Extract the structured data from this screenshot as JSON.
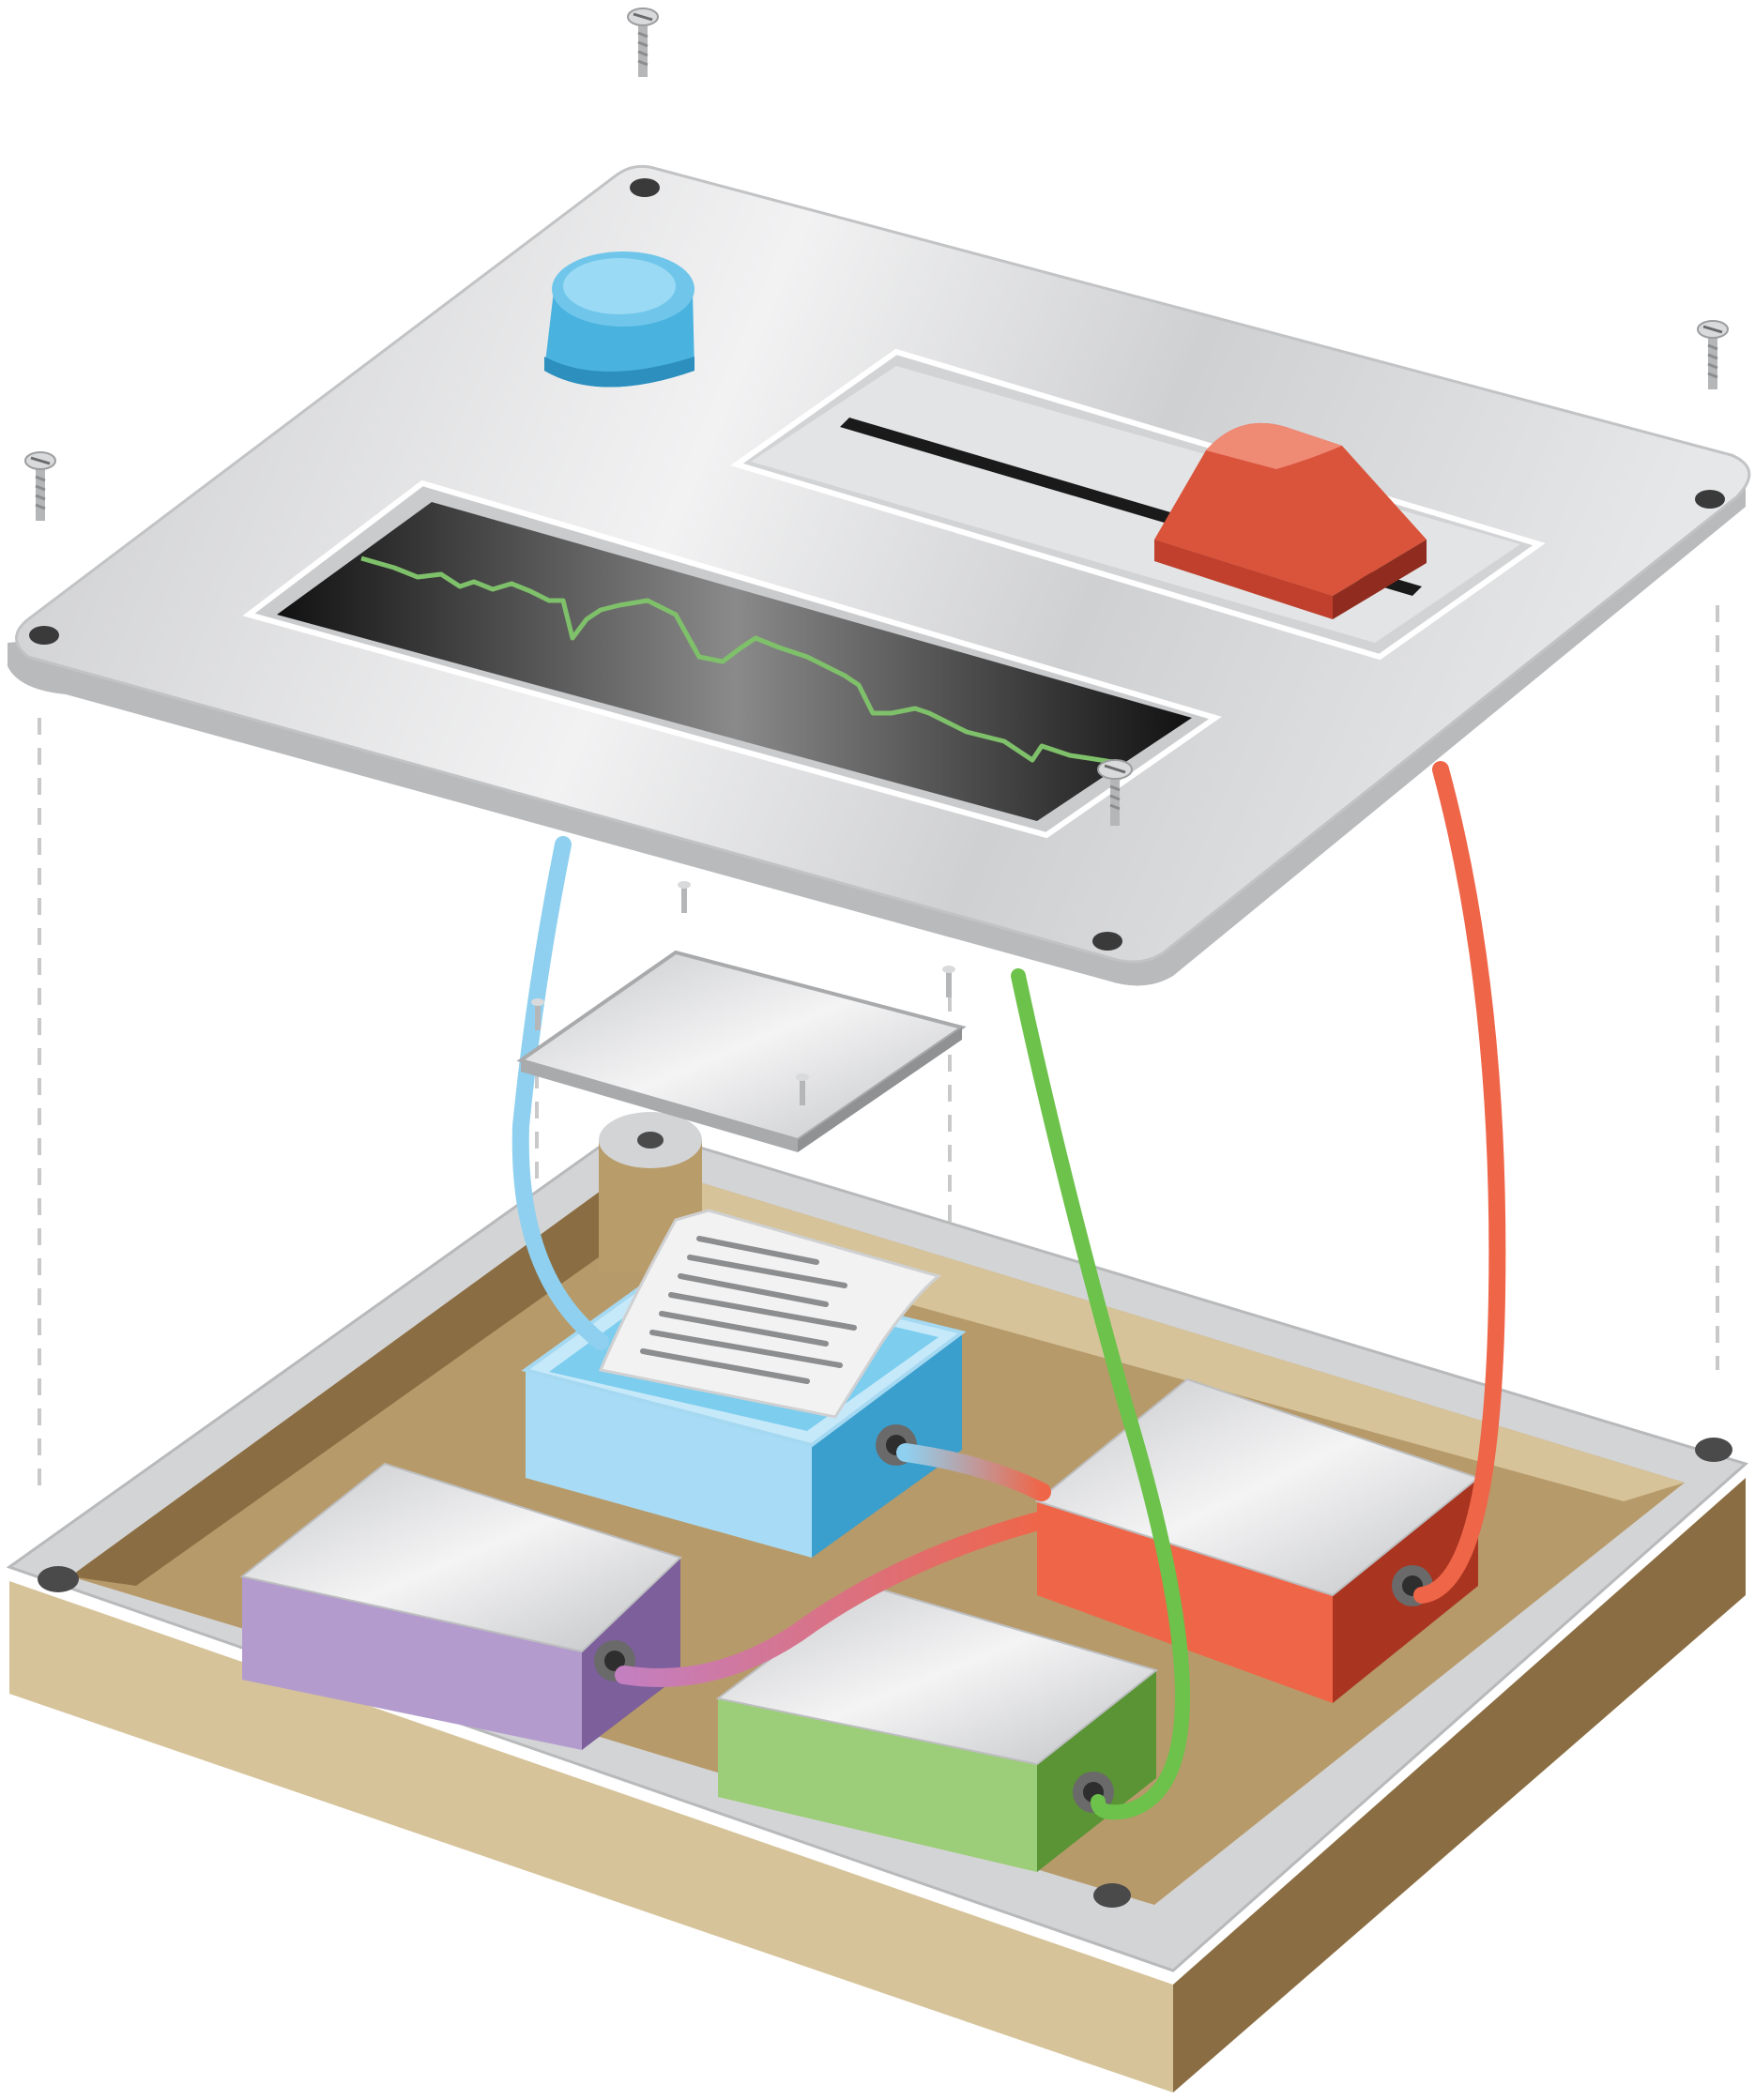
{
  "diagram": {
    "kind": "exploded-view-illustration",
    "parts": {
      "top_panel": "aluminium-front-panel",
      "knob": "blue-rotary-knob",
      "slider_cap": "red-slider-cap",
      "display": "waveform-display",
      "inner_lid": "module-lid",
      "receipt": "printed-receipt",
      "base": "tan-enclosure-base",
      "modules": [
        "printer-module-blue",
        "module-purple",
        "module-green",
        "module-red"
      ],
      "cables": [
        "blue-cable",
        "green-cable",
        "red-cable",
        "purple-cable"
      ],
      "screws": "mounting-screw"
    },
    "colors": {
      "panel": "#d9dadc",
      "knob": "#5bbde6",
      "slider": "#d9543b",
      "display": "#1a1a1a",
      "wave": "#7fc06a",
      "base_wall": "#d6c39a",
      "base_floor": "#b79a6a",
      "module_blue": "#a8dcf6",
      "module_purple": "#b39ccd",
      "module_green": "#9ccd78",
      "module_red": "#ef6548",
      "cable_blue": "#8fd0f0",
      "cable_green": "#6cc24a",
      "cable_red": "#ef6548",
      "cable_purple": "#c47fc0"
    }
  }
}
